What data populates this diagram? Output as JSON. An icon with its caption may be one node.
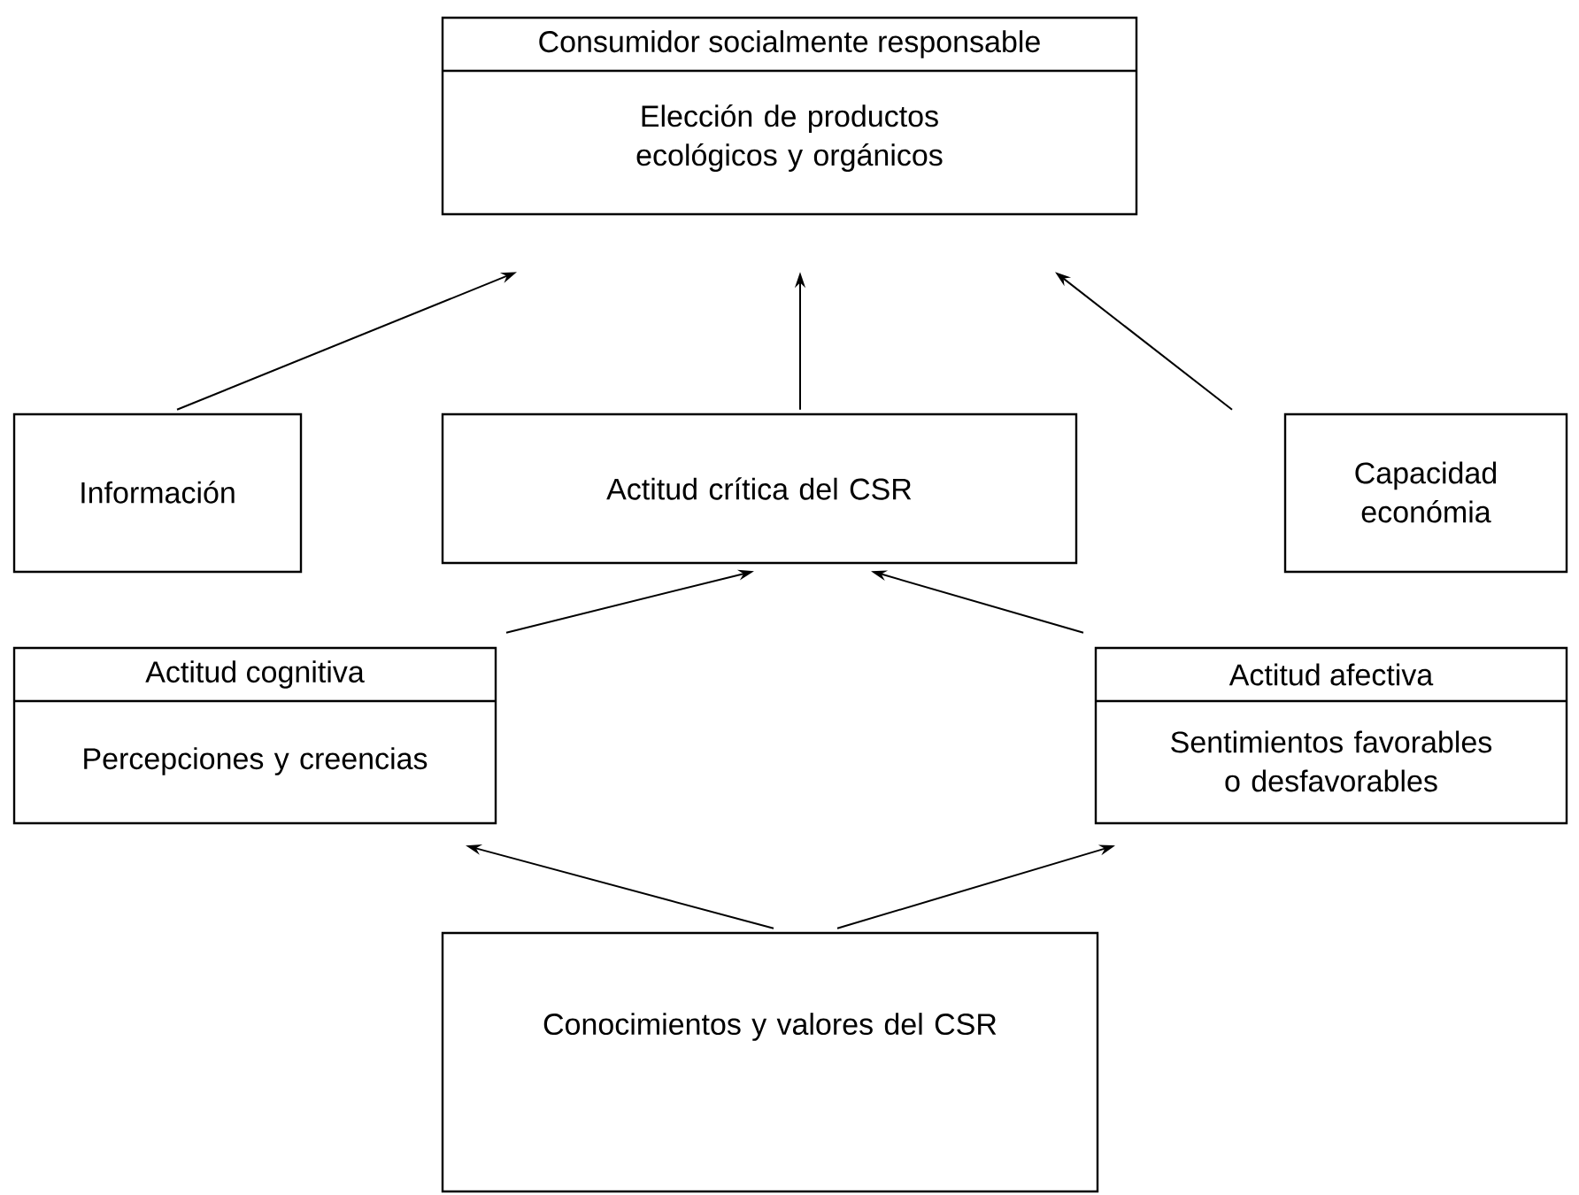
{
  "diagram": {
    "nodes": [
      {
        "text": [
          "Consumidor socialmente responsable",
          "Elección de productos ecológicos y orgánicos"
        ]
      },
      {
        "text": [
          "Información"
        ]
      },
      {
        "text": [
          "Actitud crítica del CSR"
        ]
      },
      {
        "text": [
          "Capacidad económia"
        ]
      },
      {
        "text": [
          "Actitud cognitiva",
          "Percepciones y creencias"
        ]
      },
      {
        "text": [
          "Actitud afectiva",
          "Sentimientos favorables o desfavorables"
        ]
      },
      {
        "text": [
          "Conocimientos y valores del CSR"
        ]
      }
    ],
    "edges": [
      {
        "from": 1,
        "to": 0,
        "arrow": "to"
      },
      {
        "from": 2,
        "to": 0,
        "arrow": "to"
      },
      {
        "from": 3,
        "to": 0,
        "arrow": "to"
      },
      {
        "from": 4,
        "to": 2,
        "arrow": "to"
      },
      {
        "from": 5,
        "to": 2,
        "arrow": "to"
      },
      {
        "from": 6,
        "to": 4,
        "arrow": "to"
      },
      {
        "from": 6,
        "to": 5,
        "arrow": "to"
      }
    ]
  }
}
